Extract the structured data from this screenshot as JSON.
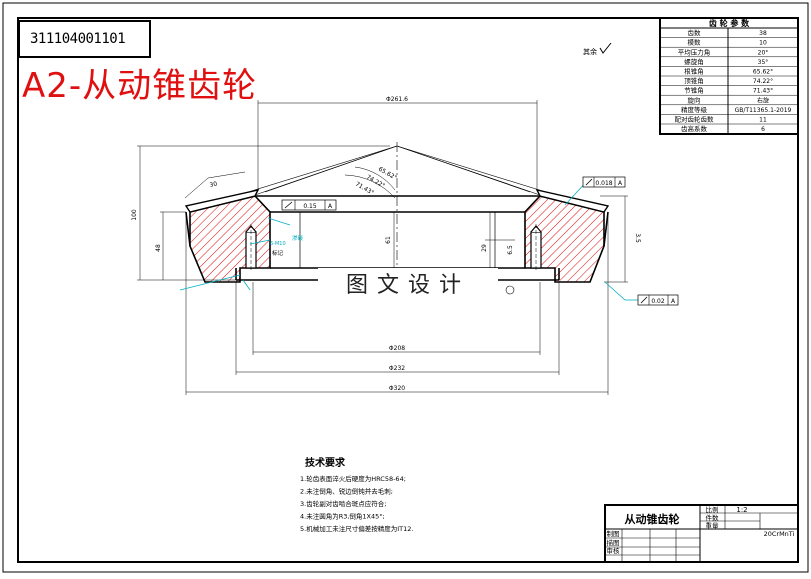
{
  "drawing_code": "311104001101",
  "drawing_title": "A2-从动锥齿轮",
  "watermark": "图文设计",
  "rough_mark": "其余",
  "param_table": {
    "header": "齿 轮 参 数",
    "rows": [
      {
        "label": "齿数",
        "value": "38"
      },
      {
        "label": "模数",
        "value": "10"
      },
      {
        "label": "平均压力角",
        "value": "20°"
      },
      {
        "label": "螺旋角",
        "value": "35°"
      },
      {
        "label": "根锥角",
        "value": "65.62°"
      },
      {
        "label": "顶锥角",
        "value": "74.22°"
      },
      {
        "label": "节锥角",
        "value": "71.43°"
      },
      {
        "label": "旋向",
        "value": "右旋"
      },
      {
        "label": "精度等级",
        "value": "GB/T11365.1-2019"
      },
      {
        "label": "配对齿轮齿数",
        "value": "11"
      },
      {
        "label": "齿高系数",
        "value": "6"
      }
    ]
  },
  "dimensions": {
    "d_top": "Φ261.6",
    "d_bore": "Φ208",
    "d_mid": "Φ232",
    "d_outer": "Φ320",
    "h_total": "100",
    "h_left": "48",
    "h_right": "3.5",
    "h_center": "61",
    "h_small": "6.5",
    "h_small2": "29",
    "angle_1": "65.62°",
    "angle_2": "74.22°",
    "angle_3": "71.43°",
    "face": "30",
    "tol_runout_left": "0.15",
    "tol_runout_right": "0.018",
    "tol_runout_bottom": "0.02",
    "datum": "A",
    "label_hardened": "渗碳",
    "label_marking": "标记",
    "label_hole": "6-M10"
  },
  "tech_requirements": {
    "heading": "技术要求",
    "items": [
      "1.轮齿表面淬火后硬度为HRC58-64;",
      "2.未注倒角、锐边倒钝并去毛刺;",
      "3.齿轮副对齿啮合斑点应符合;",
      "4.未注圆角为R3,倒角1X45°;",
      "5.机械加工未注尺寸偏差按精度为IT12."
    ]
  },
  "title_block": {
    "part_name": "从动锥齿轮",
    "ratio_label": "比例",
    "ratio_value": "1:2",
    "qty_label": "件数",
    "weight_label": "重量",
    "material": "20CrMnTi",
    "rows_left": [
      "制图",
      "描图",
      "审核"
    ]
  },
  "colors": {
    "line": "#000000",
    "section": "#e01010",
    "dimension": "#00b0c0",
    "title": "#e01010"
  }
}
